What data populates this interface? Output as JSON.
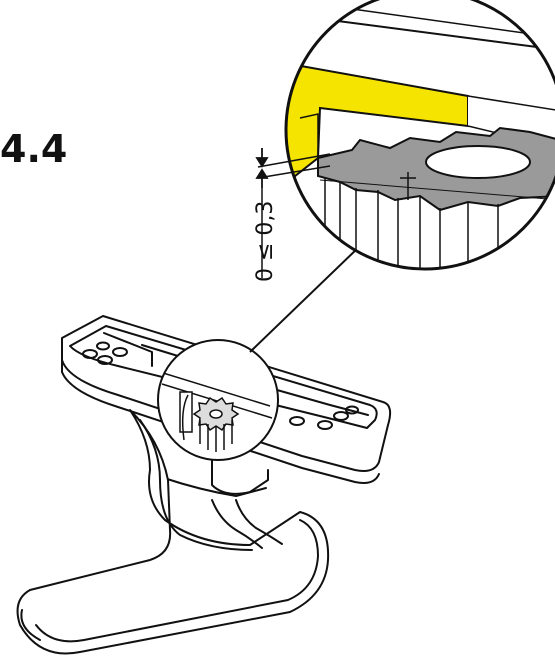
{
  "step": {
    "label": "4.4"
  },
  "dimension": {
    "text": "0 ≤ 0,3"
  },
  "colors": {
    "line": "#111111",
    "highlight_yellow": "#f5e400",
    "washer_gray": "#9a9a9a",
    "background": "#ffffff"
  },
  "icons": [
    "door-handle-drawing",
    "detail-magnifier-circle",
    "star-washer",
    "dimension-arrows"
  ]
}
